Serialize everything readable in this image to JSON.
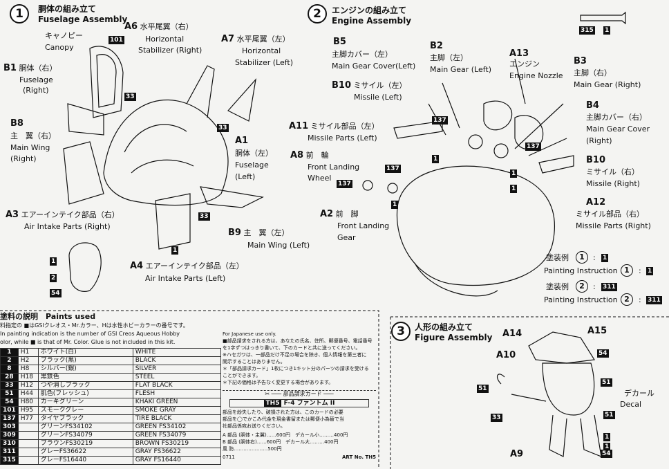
{
  "section1": {
    "num": "1",
    "title_ja": "胴体の組み立て",
    "title_en": "Fuselage Assembly"
  },
  "section2": {
    "num": "2",
    "title_ja": "エンジンの組み立て",
    "title_en": "Engine Assembly"
  },
  "section3": {
    "num": "3",
    "title_ja": "人形の組み立て",
    "title_en": "Figure Assembly"
  },
  "parts1": {
    "canopy_ja": "キャノピー",
    "canopy_en": "Canopy",
    "a6_code": "A6",
    "a6_ja": "水平尾翼（右）",
    "a6_en1": "Horizontal",
    "a6_en2": "Stabilizer (Right)",
    "a7_code": "A7",
    "a7_ja": "水平尾翼（左）",
    "a7_en1": "Horizontal",
    "a7_en2": "Stabilizer (Left)",
    "b1_code": "B1",
    "b1_ja": "胴体（右）",
    "b1_en1": "Fuselage",
    "b1_en2": "(Right)",
    "b8_code": "B8",
    "b8_ja": "主　翼（右）",
    "b8_en1": "Main Wing",
    "b8_en2": "(Right)",
    "a1_code": "A1",
    "a1_ja": "胴体（左）",
    "a1_en1": "Fuselage",
    "a1_en2": "(Left)",
    "a3_code": "A3",
    "a3_ja": "エアーインテイク部品（右）",
    "a3_en": "Air Intake Parts (Right)",
    "b9_code": "B9",
    "b9_ja": "主　翼（左）",
    "b9_en": "Main Wing (Left)",
    "a4_code": "A4",
    "a4_ja": "エアーインテイク部品（左）",
    "a4_en": "Air Intake Parts (Left)"
  },
  "parts2": {
    "b5_code": "B5",
    "b5_ja": "主脚カバー（左）",
    "b5_en": "Main Gear Cover(Left)",
    "b2_code": "B2",
    "b2_ja": "主脚（左）",
    "b2_en": "Main Gear (Left)",
    "a13_code": "A13",
    "a13_ja": "エンジン",
    "a13_en": "Engine Nozzle",
    "b3_code": "B3",
    "b3_ja": "主脚（右）",
    "b3_en": "Main Gear (Right)",
    "b10l_code": "B10",
    "b10l_ja": "ミサイル（左）",
    "b10l_en": "Missile (Left)",
    "b4_code": "B4",
    "b4_ja": "主脚カバー（右）",
    "b4_en1": "Main Gear Cover",
    "b4_en2": "(Right)",
    "a11_code": "A11",
    "a11_ja": "ミサイル部品（左）",
    "a11_en": "Missile Parts (Left)",
    "a8_code": "A8",
    "a8_ja": "前　輪",
    "a8_en1": "Front Landing",
    "a8_en2": "Wheel",
    "b10r_code": "B10",
    "b10r_ja": "ミサイル（右）",
    "b10r_en": "Missile (Right)",
    "a12_code": "A12",
    "a12_ja": "ミサイル部品（右）",
    "a12_en": "Missile Parts (Right)",
    "a2_code": "A2",
    "a2_ja": "前　脚",
    "a2_en1": "Front Landing",
    "a2_en2": "Gear"
  },
  "painting": {
    "ex1_ja": "塗装例",
    "ex1_num": "1",
    "ex1_code": "1",
    "ex1_en": "Painting Instruction",
    "ex2_ja": "塗装例",
    "ex2_num": "2",
    "ex2_code": "311",
    "ex2_en": "Painting Instruction"
  },
  "parts3": {
    "a14": "A14",
    "a15": "A15",
    "a10": "A10",
    "a9": "A9",
    "decal_ja": "デカール",
    "decal_en": "Decal"
  },
  "tags": {
    "t1": "1",
    "t2": "2",
    "t33": "33",
    "t54": "54",
    "t51": "51",
    "t101": "101",
    "t137": "137",
    "t315": "315",
    "t311": "311"
  },
  "paints": {
    "title_ja": "塗料の説明",
    "title_en": "Paints used",
    "note1": "料指定の ■はGSIクレオス・Mr.カラー、Hは水性ホビーカラーの番号です。",
    "note2": "In painting indication is the number of GSI Creos Aqueous Hobby",
    "note3": "olor, while ■ is that of  Mr. Color. Glue is not included in this kit.",
    "rows": [
      {
        "code": "1",
        "h": "H1",
        "ja": "ホワイト(白)",
        "en": "WHITE"
      },
      {
        "code": "2",
        "h": "H2",
        "ja": "ブラック(黒)",
        "en": "BLACK"
      },
      {
        "code": "8",
        "h": "H8",
        "ja": "シルバー(銀)",
        "en": "SILVER"
      },
      {
        "code": "28",
        "h": "H18",
        "ja": "黒鉄色",
        "en": "STEEL"
      },
      {
        "code": "33",
        "h": "H12",
        "ja": "つや消しブラック",
        "en": "FLAT BLACK"
      },
      {
        "code": "51",
        "h": "H44",
        "ja": "肌色(フレッシュ)",
        "en": "FLESH"
      },
      {
        "code": "54",
        "h": "H80",
        "ja": "カーキグリーン",
        "en": "KHAKI GREEN"
      },
      {
        "code": "101",
        "h": "H95",
        "ja": "スモークグレー",
        "en": "SMOKE GRAY"
      },
      {
        "code": "137",
        "h": "H77",
        "ja": "タイヤブラック",
        "en": "TIRE BLACK"
      },
      {
        "code": "303",
        "h": "",
        "ja": "グリーンFS34102",
        "en": "GREEN FS34102"
      },
      {
        "code": "309",
        "h": "",
        "ja": "グリーンFS34079",
        "en": "GREEN FS34079"
      },
      {
        "code": "310",
        "h": "",
        "ja": "ブラウンFS30219",
        "en": "BROWN FS30219"
      },
      {
        "code": "311",
        "h": "",
        "ja": "グレーFS36622",
        "en": "GRAY FS36622"
      },
      {
        "code": "315",
        "h": "",
        "ja": "グレーFS16440",
        "en": "GRAY FS16440"
      }
    ]
  },
  "card": {
    "jp_only": "For Japanese use only.",
    "l1": "■部品請求をされる方は、あなたの氏名、住所、郵便番号、電話番号",
    "l2": "を1字ずつはっきり書いて、下のカードと共に送ってください。",
    "l3": "※ハセガワは、一部品だけ不足の場合を除き、個人情報を第三者に",
    "l4": "開示することはありません。",
    "l5": "＊「部品請求カード」1枚につき1キット分のパーツの請求を受ける",
    "l6": "ことができます。",
    "l7": "＊下記の価格は予告なく変更する場合があります。",
    "card_title": "部品請求カード",
    "kit_code": "TH5",
    "kit_name": "F-4 ファントム II",
    "body1": "部品を紛失したり、破損された方は、このカードの必要",
    "body2": "部品を◯でかこみ代金を現金書留または郵便小為替で当",
    "body3": "社部品係宛お送りください。",
    "price_a": "A 部品 (胴体・主翼)……600円",
    "price_decal_s": "デカール小………400円",
    "price_b": "B 部品 (胴体右)……600円",
    "price_decal_l": "デカール大………400円",
    "price_c": "風 防…………………500円",
    "footer_num": "0711",
    "art_no": "ART No. TH5"
  }
}
